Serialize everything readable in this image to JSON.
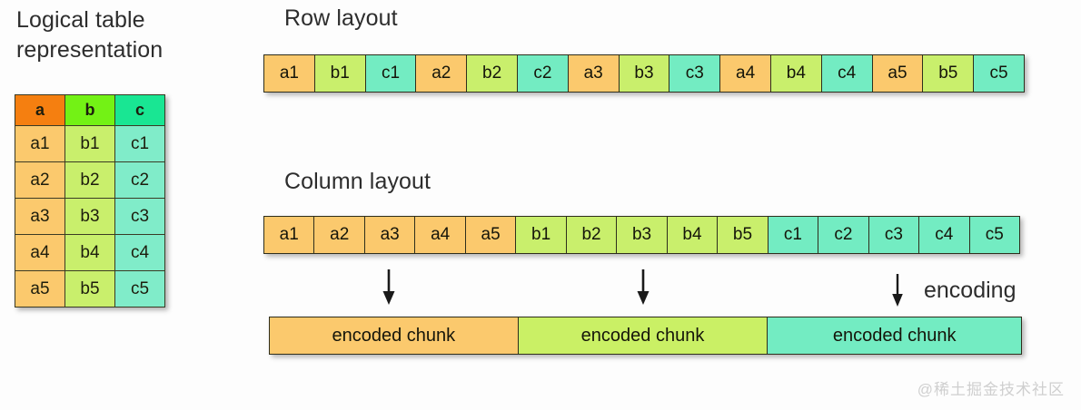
{
  "left": {
    "heading": "Logical table\nrepresentation",
    "table": {
      "headers": [
        "a",
        "b",
        "c"
      ],
      "rows": [
        [
          "a1",
          "b1",
          "c1"
        ],
        [
          "a2",
          "b2",
          "c2"
        ],
        [
          "a3",
          "b3",
          "c3"
        ],
        [
          "a4",
          "b4",
          "c4"
        ],
        [
          "a5",
          "b5",
          "c5"
        ]
      ]
    }
  },
  "sections": {
    "row_layout_title": "Row layout",
    "column_layout_title": "Column layout",
    "encoding_label": "encoding"
  },
  "row_layout": {
    "cells": [
      "a1",
      "b1",
      "c1",
      "a2",
      "b2",
      "c2",
      "a3",
      "b3",
      "c3",
      "a4",
      "b4",
      "c4",
      "a5",
      "b5",
      "c5"
    ]
  },
  "column_layout": {
    "cells": [
      "a1",
      "a2",
      "a3",
      "a4",
      "a5",
      "b1",
      "b2",
      "b3",
      "b4",
      "b5",
      "c1",
      "c2",
      "c3",
      "c4",
      "c5"
    ]
  },
  "encoded": {
    "chunks": [
      "encoded chunk",
      "encoded chunk",
      "encoded chunk"
    ]
  },
  "watermark": "@稀土掘金技术社区",
  "colors": {
    "header_a": "#f57f10",
    "header_b": "#73f215",
    "header_c": "#19e693",
    "cell_a": "#fbc96d",
    "cell_b": "#c9ef6c",
    "cell_c": "#80ecc9",
    "strip_c": "#73ecc2",
    "border": "#2e2e1c",
    "text": "#2d2d2d"
  }
}
